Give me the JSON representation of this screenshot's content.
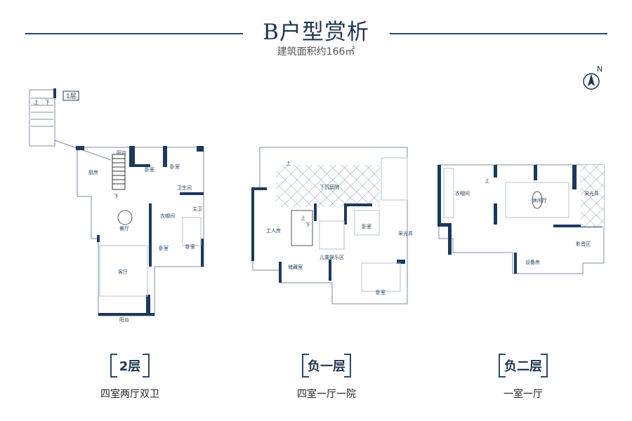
{
  "header": {
    "title": "B户型赏析",
    "subtitle": "建筑面积约166㎡"
  },
  "compass": {
    "label": "N"
  },
  "plans": [
    {
      "level": "2层",
      "description": "四室两厅双卫",
      "inset_label": "1层",
      "rooms": [
        "厨房",
        "阳台",
        "卧室",
        "卧室",
        "卫生间",
        "餐厅",
        "衣帽间",
        "主卫",
        "卧室",
        "卧室",
        "客厅",
        "阳台"
      ],
      "stairs": [
        "上",
        "下",
        "下"
      ]
    },
    {
      "level": "负一层",
      "description": "四室一厅一院",
      "rooms": [
        "下沉庭院",
        "工人房",
        "卧室",
        "采光井",
        "储藏室",
        "儿童娱乐区",
        "卧室"
      ],
      "stairs": [
        "上",
        "上",
        "下"
      ]
    },
    {
      "level": "负二层",
      "description": "一室一厅",
      "rooms": [
        "衣帽间",
        "休闲厅",
        "采光井",
        "影音区",
        "设备房"
      ],
      "stairs": [
        "上"
      ]
    }
  ],
  "colors": {
    "primary": "#1b3a5c",
    "line": "#7a8ea6"
  }
}
